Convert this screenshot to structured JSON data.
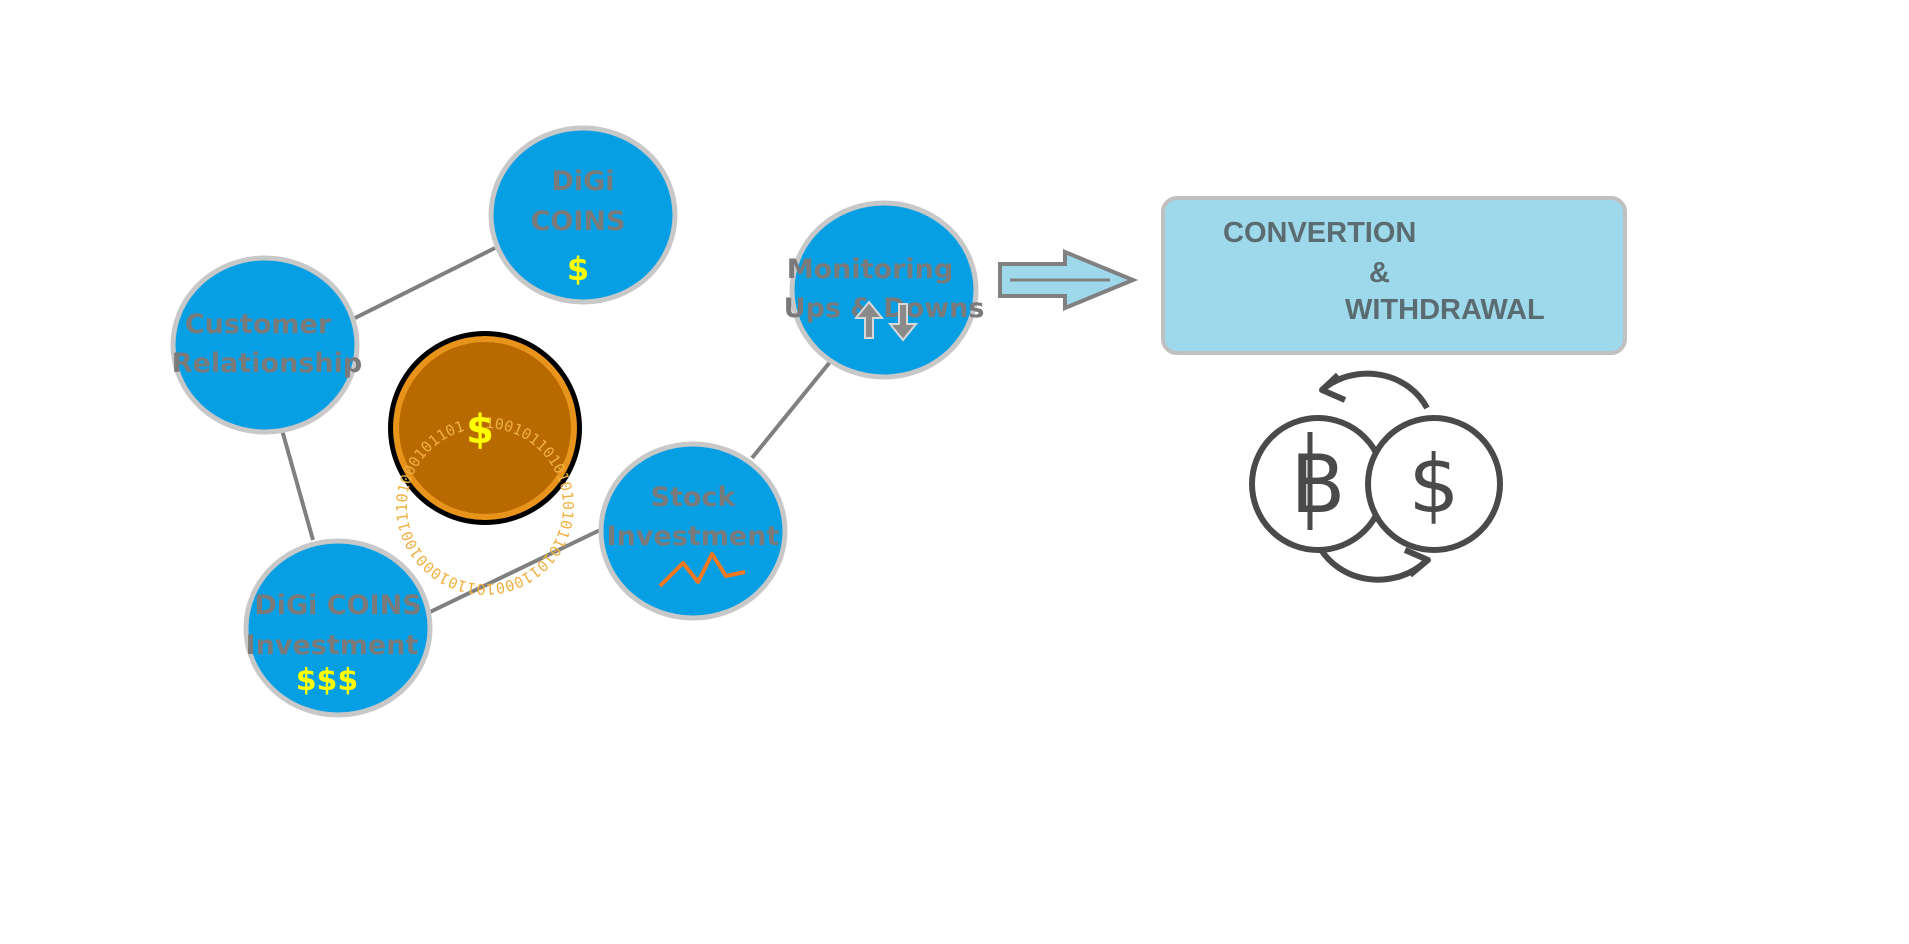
{
  "nodes": {
    "digi_coins": {
      "line1": "DiGi",
      "line2": "COINS",
      "symbol": "$"
    },
    "customer": {
      "line1": "Customer",
      "line2": "Relationship"
    },
    "digi_investment": {
      "line1": "DiGi COINS",
      "line2": "Investment",
      "symbol": "$$$"
    },
    "stock": {
      "line1": "Stock",
      "line2": "Investment"
    },
    "monitoring": {
      "line1": "Monitoring",
      "line2": "Ups & Downs"
    }
  },
  "center_coin": {
    "symbol": "$",
    "ring_text": "1001011010101010110101100010110100010011101000101101"
  },
  "conversion_box": {
    "line1": "CONVERTION",
    "line2": "&",
    "line3": "WITHDRAWAL"
  },
  "exchange_icon": {
    "left": "B",
    "right": "$"
  },
  "colors": {
    "node_fill": "#069fe4",
    "node_stroke": "#c8c8c8",
    "label_gray": "#7a7a7a",
    "dollar_yellow": "#ffff00",
    "coin_fill": "#b86a00",
    "box_fill": "#9dd9ea",
    "icon_gray": "#4a4a4a",
    "zigzag_orange": "#f07820"
  }
}
